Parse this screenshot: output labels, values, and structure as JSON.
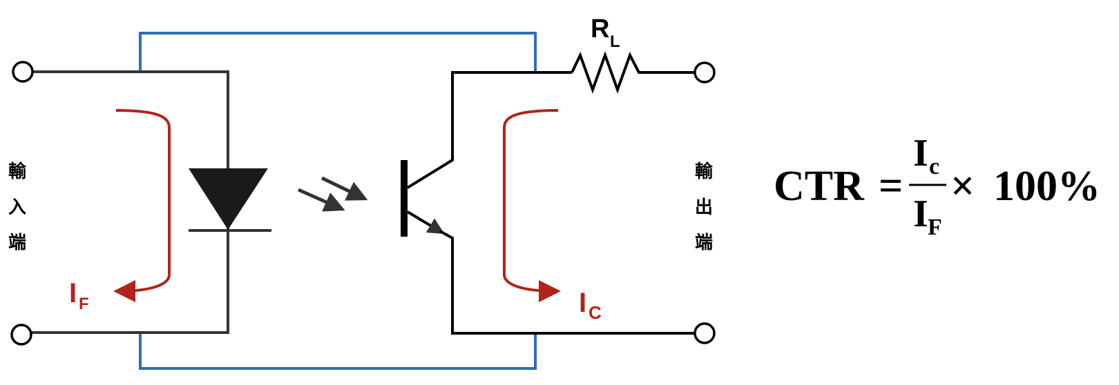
{
  "labels": {
    "input_side": [
      "輸",
      "入",
      "端"
    ],
    "output_side": [
      "輸",
      "出",
      "端"
    ],
    "forward_current": {
      "main": "I",
      "sub": "F"
    },
    "collector_current": {
      "main": "I",
      "sub": "C"
    },
    "load_resistor": {
      "main": "R",
      "sub": "L"
    }
  },
  "formula": {
    "lhs": "CTR",
    "equals": "=",
    "numerator": {
      "main": "I",
      "sub": "c"
    },
    "denominator": {
      "main": "I",
      "sub": "F"
    },
    "times": "×",
    "factor": "100%"
  },
  "colors": {
    "wire": "#333333",
    "isolation": "#2f6db5",
    "current": "#b0241b",
    "text": "#000000"
  }
}
